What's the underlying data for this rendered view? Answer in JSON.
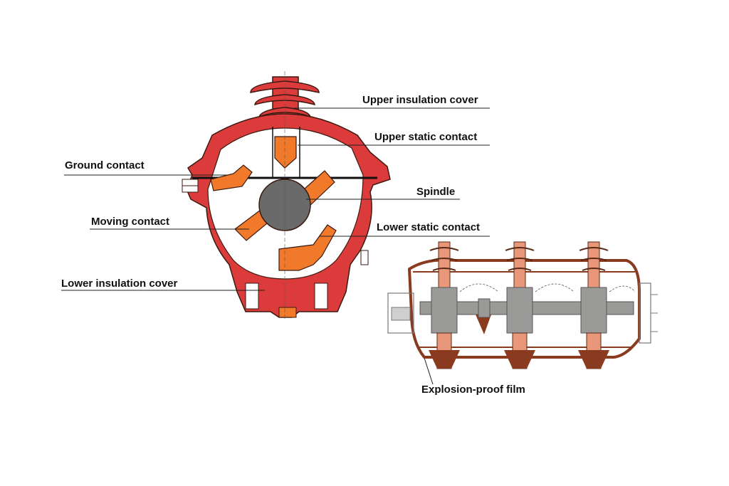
{
  "colors": {
    "housing_red": "#dc3b3b",
    "contact_orange": "#f07a2a",
    "spindle_grey": "#6a6a6a",
    "outline_dark": "#3a1a10",
    "cabinet_brown": "#8a3a1f",
    "cabinet_contact": "#e8977a",
    "cabinet_grey": "#9a9a98"
  },
  "labels": {
    "upper_insulation_cover": "Upper insulation cover",
    "upper_static_contact": "Upper static contact",
    "ground_contact": "Ground contact",
    "spindle": "Spindle",
    "moving_contact": "Moving contact",
    "lower_static_contact": "Lower static contact",
    "lower_insulation_cover": "Lower insulation cover",
    "explosion_proof_film": "Explosion-proof film"
  }
}
